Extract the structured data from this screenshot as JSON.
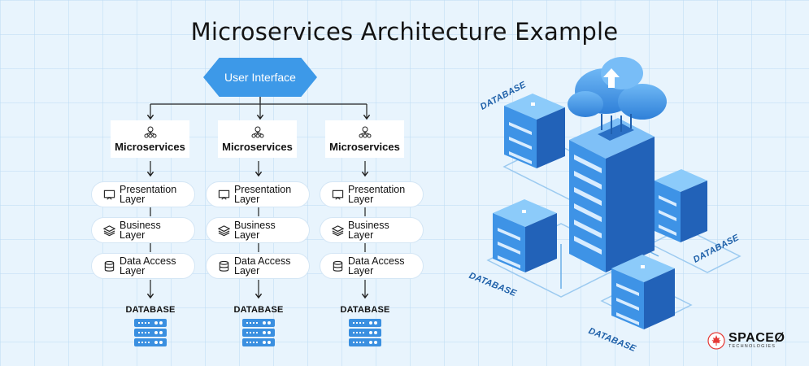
{
  "title": "Microservices Architecture Example",
  "ui_node": {
    "label": "User Interface"
  },
  "columns": [
    {
      "service": "Microservices",
      "layers": [
        "Presentation Layer",
        "Business Layer",
        "Data Access Layer"
      ],
      "db_label": "DATABASE"
    },
    {
      "service": "Microservices",
      "layers": [
        "Presentation Layer",
        "Business Layer",
        "Data Access Layer"
      ],
      "db_label": "DATABASE"
    },
    {
      "service": "Microservices",
      "layers": [
        "Presentation Layer",
        "Business Layer",
        "Data Access Layer"
      ],
      "db_label": "DATABASE"
    }
  ],
  "layer_parts": {
    "presentation": [
      "Presentation",
      "Layer"
    ],
    "business": [
      "Business",
      "Layer"
    ],
    "data_access": [
      "Data Access",
      "Layer"
    ]
  },
  "layer_icons": [
    "presentation-board-icon",
    "layers-stack-icon",
    "database-cylinder-icon"
  ],
  "illustration": {
    "labels": [
      "DATABASE",
      "DATABASE",
      "DATABASE",
      "DATABASE"
    ]
  },
  "logo": {
    "brand": "SPACEØ",
    "sub": "TECHNOLOGIES"
  },
  "colors": {
    "accent": "#3d99e8",
    "dark_blue": "#1d5fa8",
    "background": "#e8f4fd"
  }
}
